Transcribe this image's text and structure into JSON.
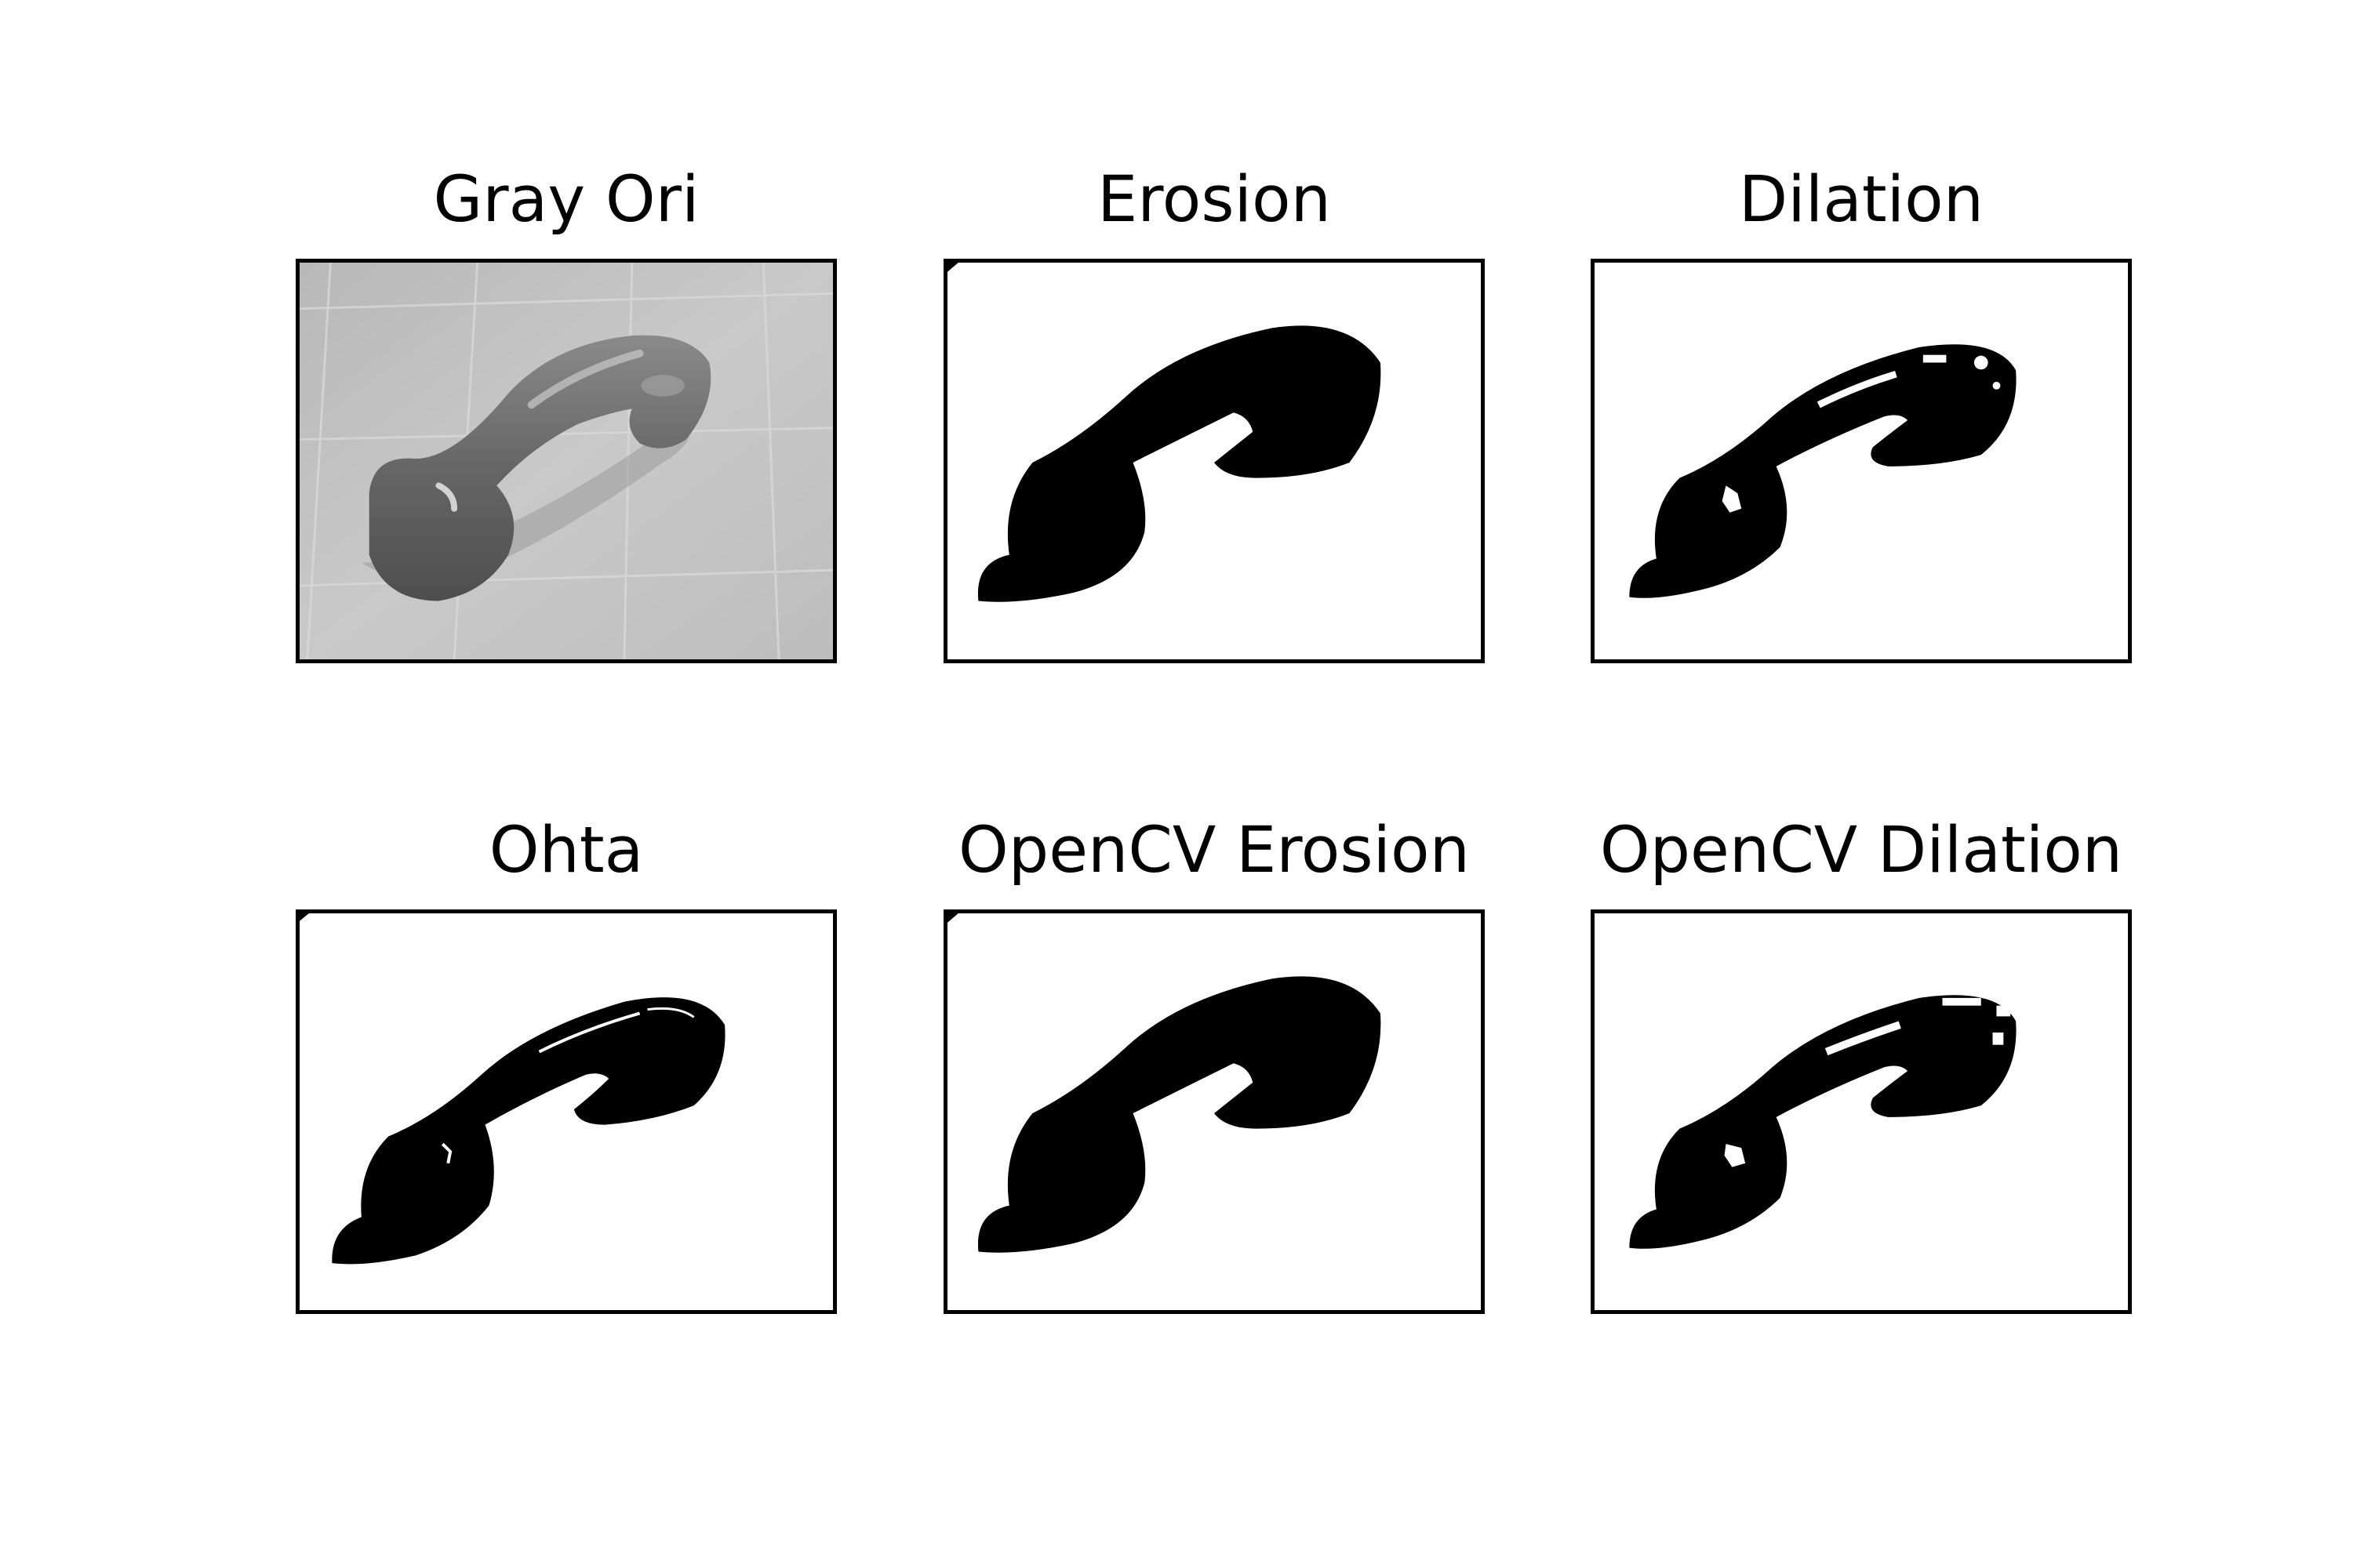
{
  "figure": {
    "panels": [
      {
        "id": "gray-ori",
        "title": "Gray Ori",
        "kind": "grayscale"
      },
      {
        "id": "erosion",
        "title": "Erosion",
        "kind": "binary-erosion"
      },
      {
        "id": "dilation",
        "title": "Dilation",
        "kind": "binary-dilation"
      },
      {
        "id": "ohta",
        "title": "Ohta",
        "kind": "binary-threshold"
      },
      {
        "id": "opencv-erosion",
        "title": "OpenCV Erosion",
        "kind": "binary-erosion"
      },
      {
        "id": "opencv-dilation",
        "title": "OpenCV Dilation",
        "kind": "binary-dilation"
      }
    ]
  },
  "colors": {
    "background": "#ffffff",
    "frame": "#000000",
    "title": "#000000",
    "gray_floor": "#c4c4c4",
    "gray_handset": "#6e6e6e",
    "binary_object": "#000000"
  }
}
